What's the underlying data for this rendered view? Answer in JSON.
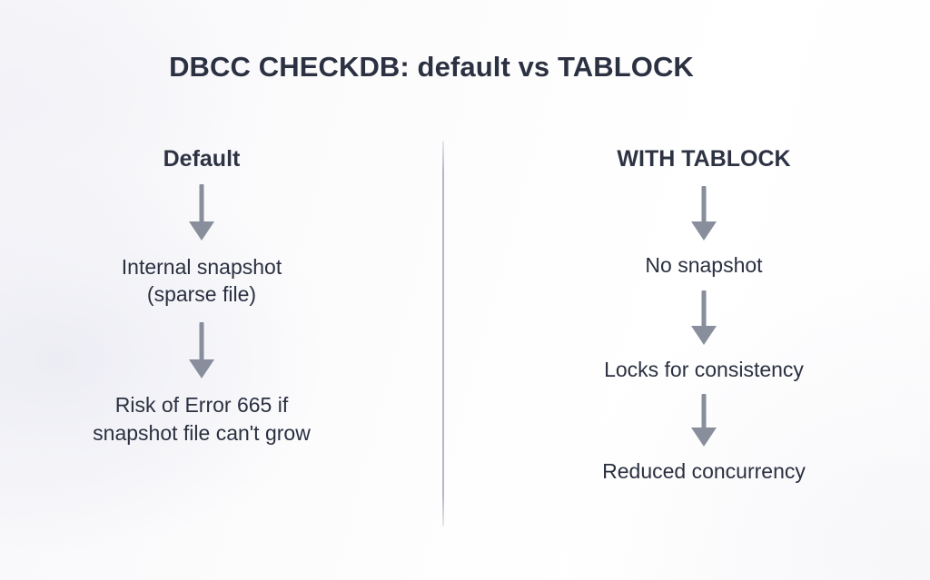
{
  "diagram": {
    "title": "DBCC CHECKDB: default vs TABLOCK",
    "colors": {
      "background": "#fbfbfc",
      "text": "#2b3040",
      "heading": "#2e3344",
      "arrow": "#898e9c",
      "divider": "#b0b5c3"
    },
    "divider_icon": "vertical-divider-icon",
    "columns": [
      {
        "id": "default",
        "heading": "Default",
        "arrow_icon": "arrow-down-icon",
        "nodes": [
          {
            "line1": "Internal snapshot",
            "line2": "(sparse file)"
          },
          {
            "line1": "Risk of Error 665 if",
            "line2": "snapshot file can't grow"
          }
        ]
      },
      {
        "id": "with-tablock",
        "heading": "WITH TABLOCK",
        "arrow_icon": "arrow-down-icon",
        "nodes": [
          {
            "line1": "No snapshot",
            "line2": ""
          },
          {
            "line1": "Locks for consistency",
            "line2": ""
          },
          {
            "line1": "Reduced concurrency",
            "line2": ""
          }
        ]
      }
    ]
  }
}
